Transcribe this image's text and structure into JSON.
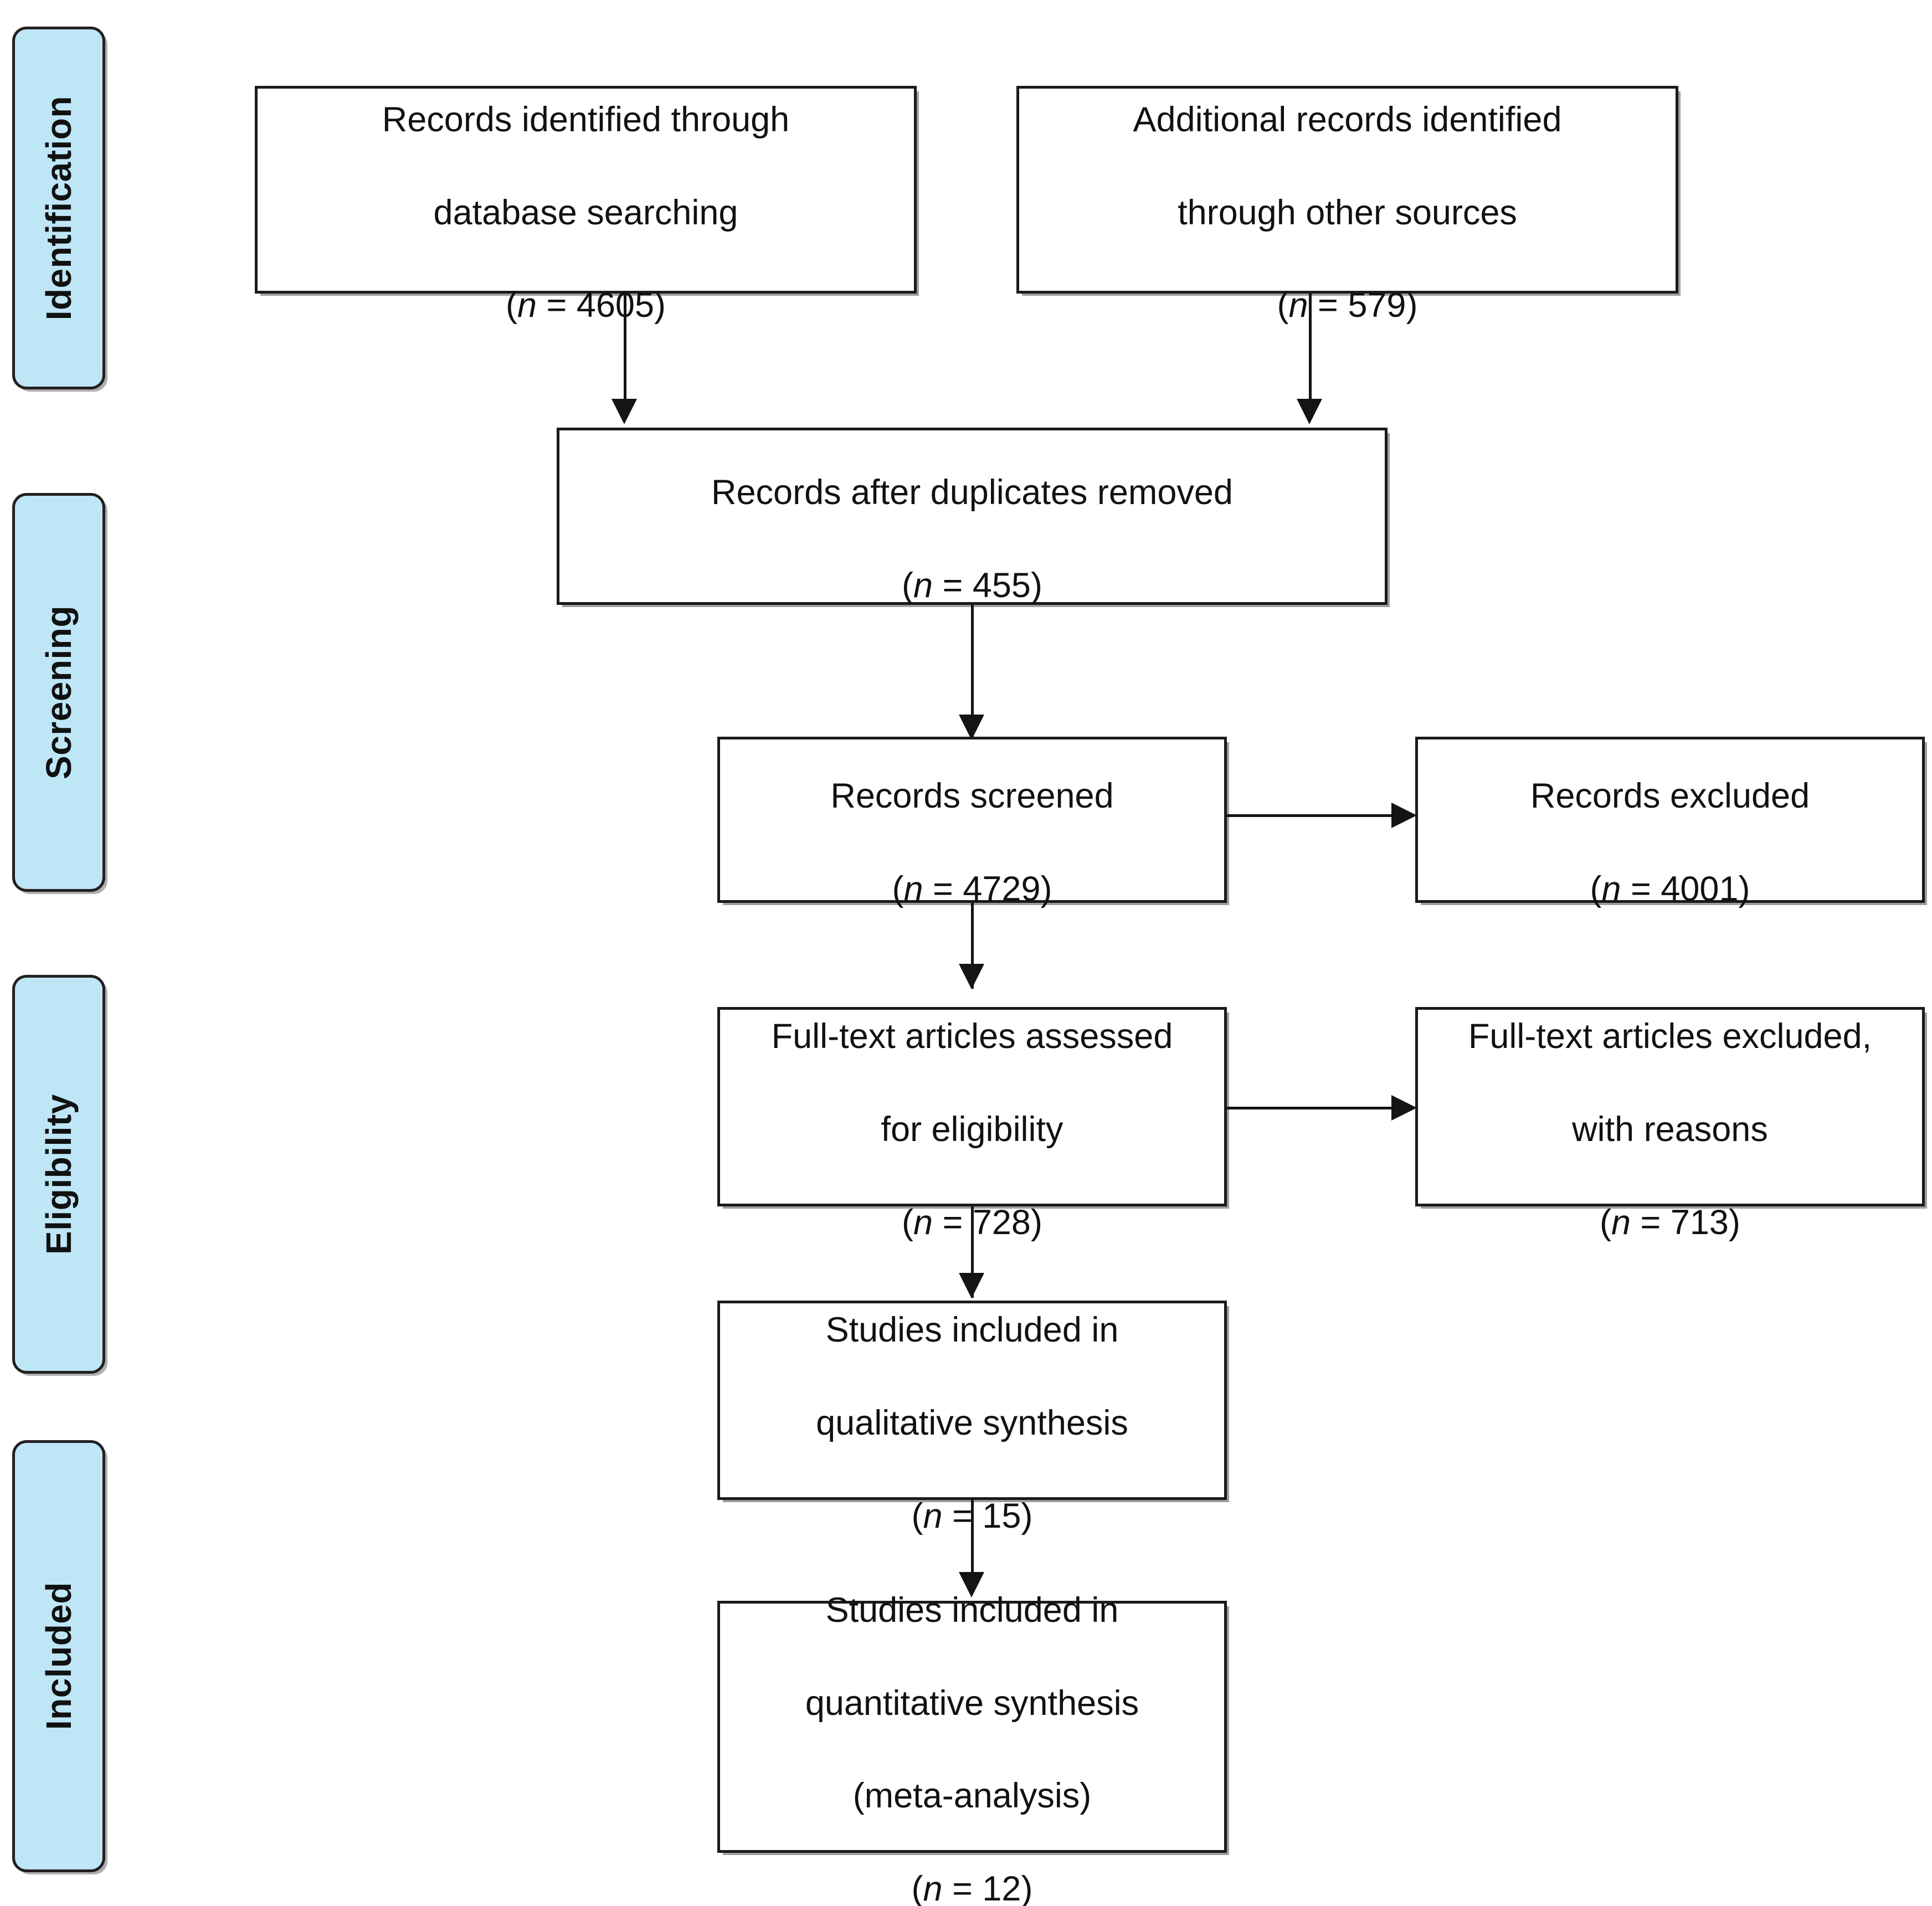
{
  "diagram": {
    "title": "PRISMA flow diagram",
    "accent_color": "#bee6f7",
    "border_color": "#1a1a1a",
    "line_color": "#141414",
    "background_color": "#ffffff"
  },
  "stages": [
    {
      "id": "identification",
      "label": "Identification"
    },
    {
      "id": "screening",
      "label": "Screening"
    },
    {
      "id": "eligibility",
      "label": "Eligibility"
    },
    {
      "id": "included",
      "label": "Included"
    }
  ],
  "boxes": {
    "records_identified_database": {
      "line1": "Records identified through",
      "line2": "database searching",
      "n_prefix": "(",
      "n_symbol": "n",
      "n_eq": " = ",
      "n_value": "4605",
      "n_suffix": ")"
    },
    "records_identified_other": {
      "line1": "Additional records identified",
      "line2": "through other sources",
      "n_prefix": "(",
      "n_symbol": "n",
      "n_eq": " = ",
      "n_value": "579",
      "n_suffix": ")"
    },
    "records_after_duplicates": {
      "line1": "Records after duplicates removed",
      "line2": "",
      "n_prefix": "(",
      "n_symbol": "n",
      "n_eq": " = ",
      "n_value": "455",
      "n_suffix": ")"
    },
    "records_screened": {
      "line1": "Records screened",
      "line2": "",
      "n_prefix": "(",
      "n_symbol": "n",
      "n_eq": " = ",
      "n_value": "4729",
      "n_suffix": ")"
    },
    "records_excluded": {
      "line1": "Records excluded",
      "line2": "",
      "n_prefix": "(",
      "n_symbol": "n",
      "n_eq": " = ",
      "n_value": "4001",
      "n_suffix": ")"
    },
    "fulltext_assessed": {
      "line1": "Full-text articles assessed",
      "line2": "for eligibility",
      "n_prefix": "(",
      "n_symbol": "n",
      "n_eq": " = ",
      "n_value": "728",
      "n_suffix": ")"
    },
    "fulltext_excluded": {
      "line1": "Full-text articles excluded,",
      "line2": "with reasons",
      "n_prefix": "(",
      "n_symbol": "n",
      "n_eq": " = ",
      "n_value": "713",
      "n_suffix": ")"
    },
    "qualitative_synthesis": {
      "line1": "Studies included in",
      "line2": "qualitative synthesis",
      "n_prefix": "(",
      "n_symbol": "n",
      "n_eq": " = ",
      "n_value": "15",
      "n_suffix": ")"
    },
    "quantitative_synthesis": {
      "line1": "Studies included in",
      "line2": "quantitative synthesis",
      "line3": "(meta-analysis)",
      "n_prefix": "(",
      "n_symbol": "n",
      "n_eq": " = ",
      "n_value": "12",
      "n_suffix": ")"
    }
  }
}
